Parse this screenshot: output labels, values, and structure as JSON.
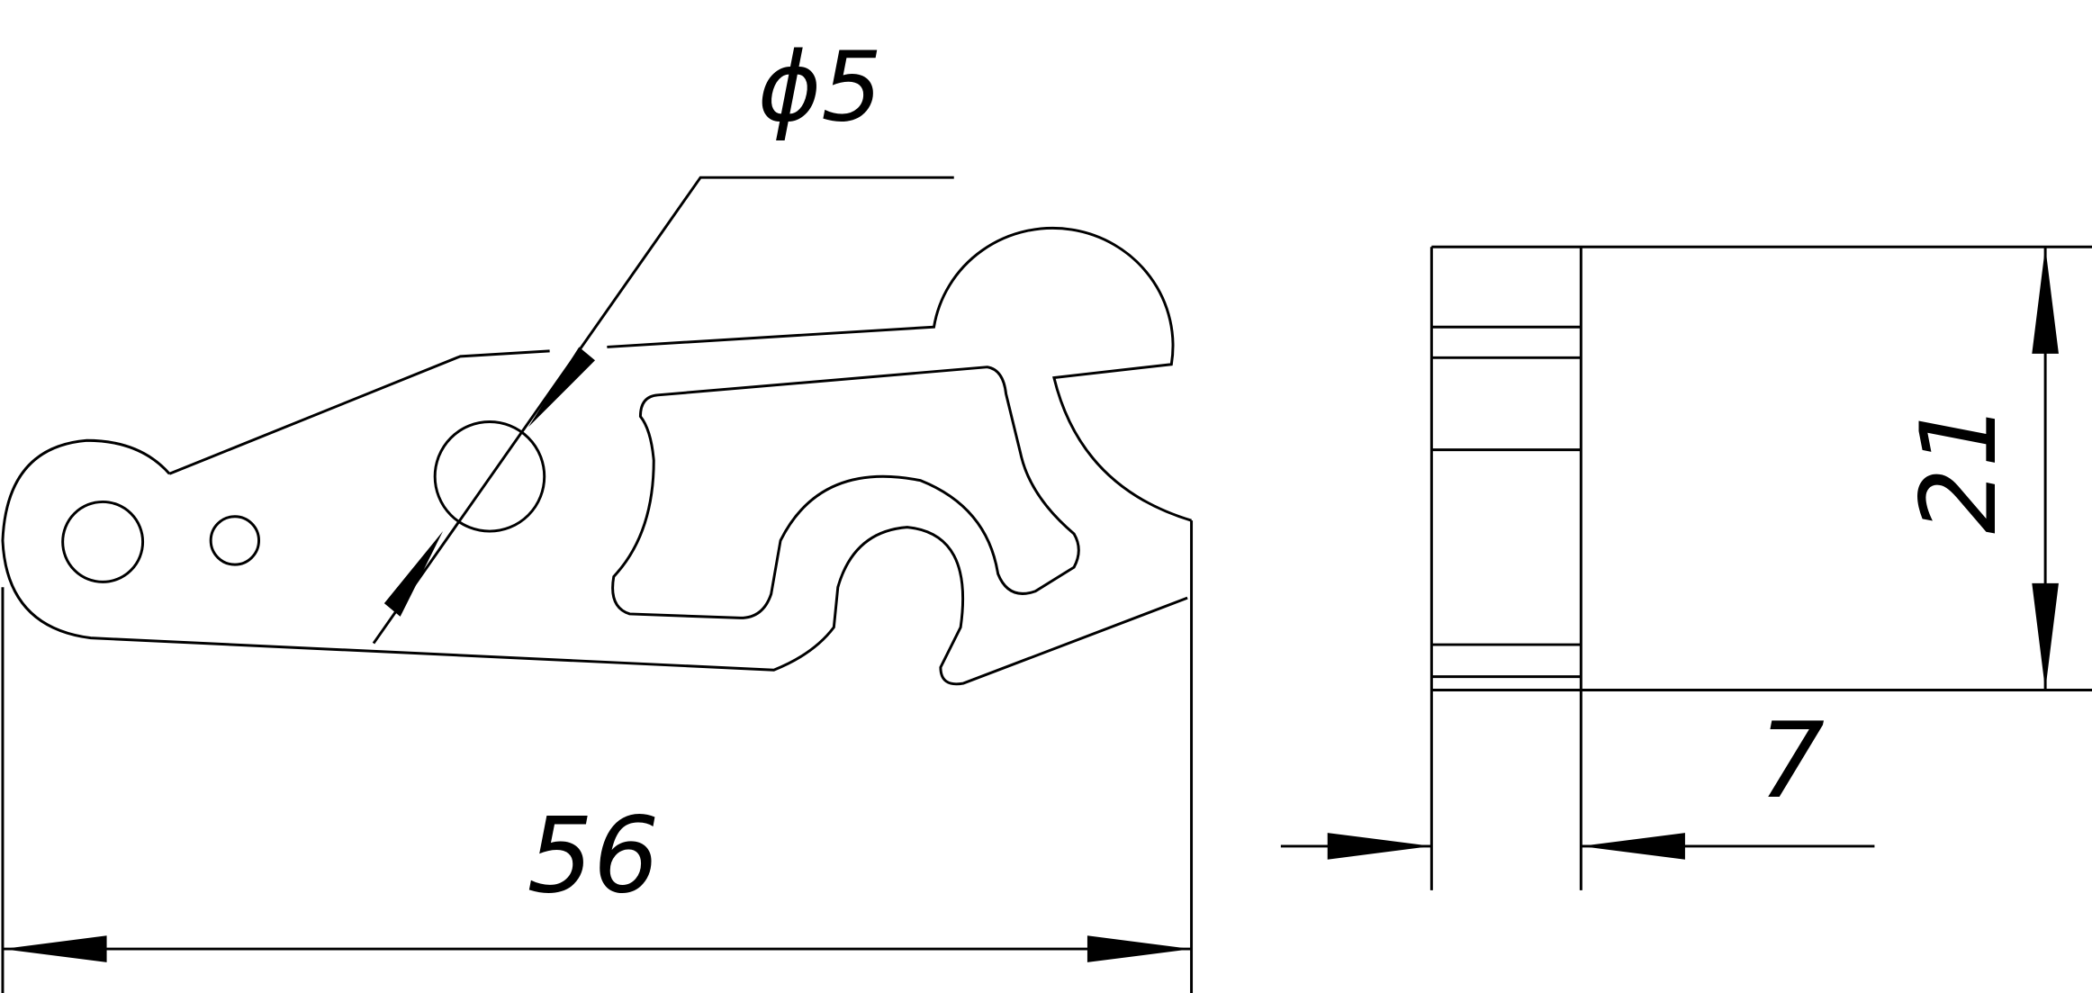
{
  "drawing": {
    "labels": {
      "hole_diameter": "ϕ5",
      "overall_length": "56",
      "height": "21",
      "thickness": "7"
    },
    "colors": {
      "line": "#000000",
      "background": "#ffffff"
    }
  }
}
